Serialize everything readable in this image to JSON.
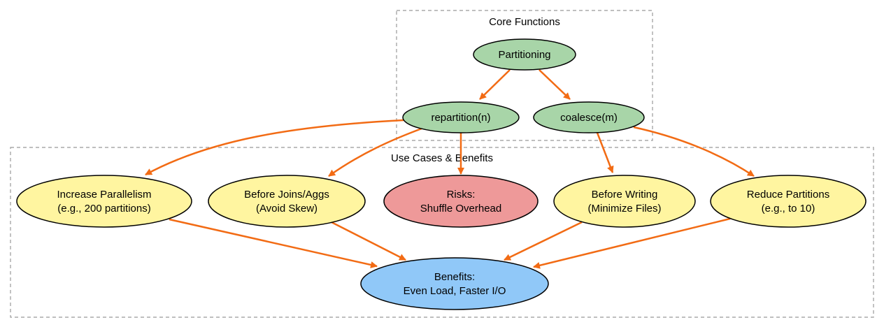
{
  "clusters": {
    "core": {
      "label": "Core Functions"
    },
    "use_cases": {
      "label": "Use Cases & Benefits"
    }
  },
  "nodes": {
    "partitioning": {
      "lines": [
        "Partitioning"
      ],
      "fill": "#a8d5a8"
    },
    "repartition": {
      "lines": [
        "repartition(n)"
      ],
      "fill": "#a8d5a8"
    },
    "coalesce": {
      "lines": [
        "coalesce(m)"
      ],
      "fill": "#a8d5a8"
    },
    "parallelism": {
      "lines": [
        "Increase Parallelism",
        "(e.g., 200 partitions)"
      ],
      "fill": "#fff5a0"
    },
    "joins": {
      "lines": [
        "Before Joins/Aggs",
        "(Avoid Skew)"
      ],
      "fill": "#fff5a0"
    },
    "risks": {
      "lines": [
        "Risks:",
        "Shuffle Overhead"
      ],
      "fill": "#ee9999"
    },
    "writing": {
      "lines": [
        "Before Writing",
        "(Minimize Files)"
      ],
      "fill": "#fff5a0"
    },
    "reduce": {
      "lines": [
        "Reduce Partitions",
        "(e.g., to 10)"
      ],
      "fill": "#fff5a0"
    },
    "benefits": {
      "lines": [
        "Benefits:",
        "Even Load, Faster I/O"
      ],
      "fill": "#90c8f8"
    }
  },
  "edges": [
    [
      "partitioning",
      "repartition"
    ],
    [
      "partitioning",
      "coalesce"
    ],
    [
      "repartition",
      "parallelism"
    ],
    [
      "repartition",
      "joins"
    ],
    [
      "repartition",
      "risks"
    ],
    [
      "coalesce",
      "writing"
    ],
    [
      "coalesce",
      "reduce"
    ],
    [
      "parallelism",
      "benefits"
    ],
    [
      "joins",
      "benefits"
    ],
    [
      "writing",
      "benefits"
    ],
    [
      "reduce",
      "benefits"
    ]
  ],
  "colors": {
    "edge": "#f26b14",
    "node_stroke": "#000000",
    "cluster_stroke": "#999999"
  }
}
